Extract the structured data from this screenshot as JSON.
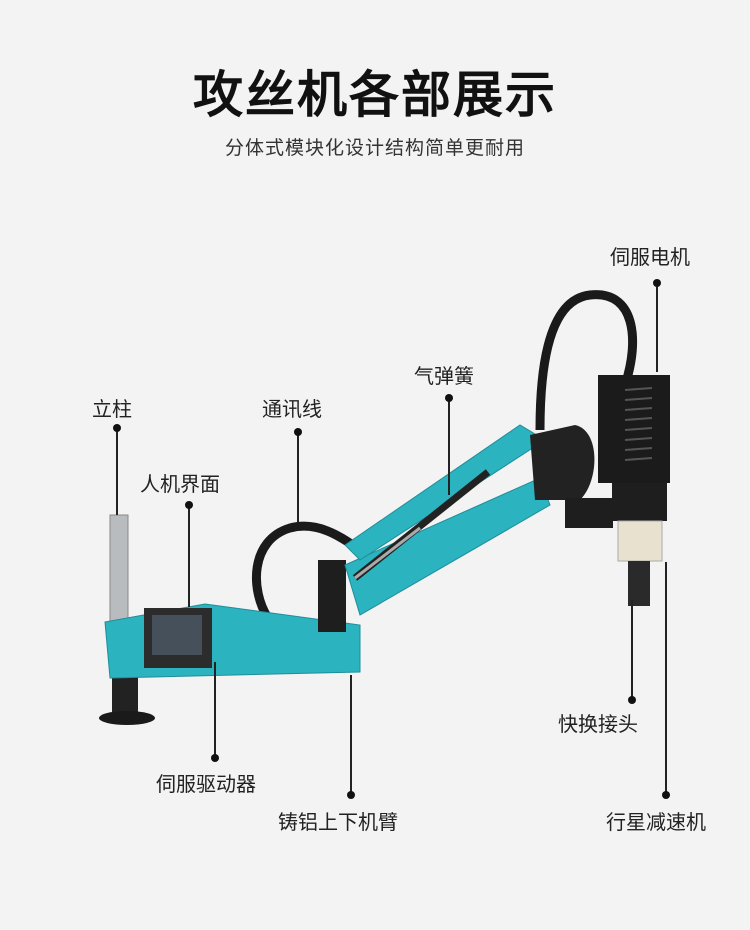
{
  "header": {
    "title": "攻丝机各部展示",
    "subtitle": "分体式模块化设计结构简单更耐用"
  },
  "labels": {
    "servo_motor": "伺服电机",
    "gas_spring": "气弹簧",
    "column": "立柱",
    "comm_cable": "通讯线",
    "hmi": "人机界面",
    "quick_chuck": "快换接头",
    "servo_driver": "伺服驱动器",
    "cast_arm": "铸铝上下机臂",
    "planetary_reducer": "行星减速机"
  },
  "colors": {
    "body": "#2bb3c0",
    "dark": "#1c1c1c",
    "background": "#f3f3f3"
  }
}
